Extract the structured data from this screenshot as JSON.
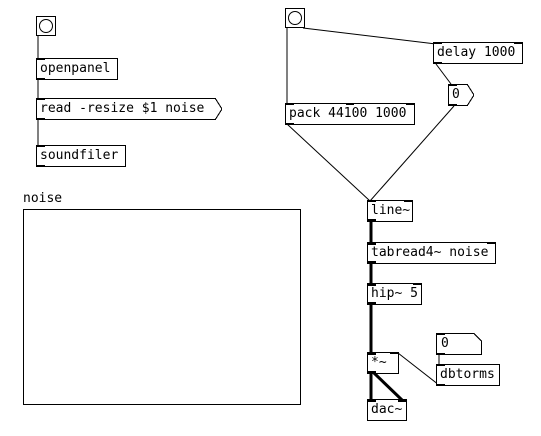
{
  "patch": {
    "openpanel": "openpanel",
    "read_msg": "read -resize $1 noise",
    "soundfiler": "soundfiler",
    "pack": "pack 44100 1000",
    "delay": "delay 1000",
    "delay_number": "0",
    "line": "line~",
    "tabread": "tabread4~ noise",
    "hip": "hip~ 5",
    "multiply": "*~",
    "dbtorms": "dbtorms",
    "volume_number": "0",
    "dac": "dac~"
  },
  "table": {
    "label": "noise"
  },
  "colors": {
    "line": "#000000",
    "background": "#ffffff"
  }
}
